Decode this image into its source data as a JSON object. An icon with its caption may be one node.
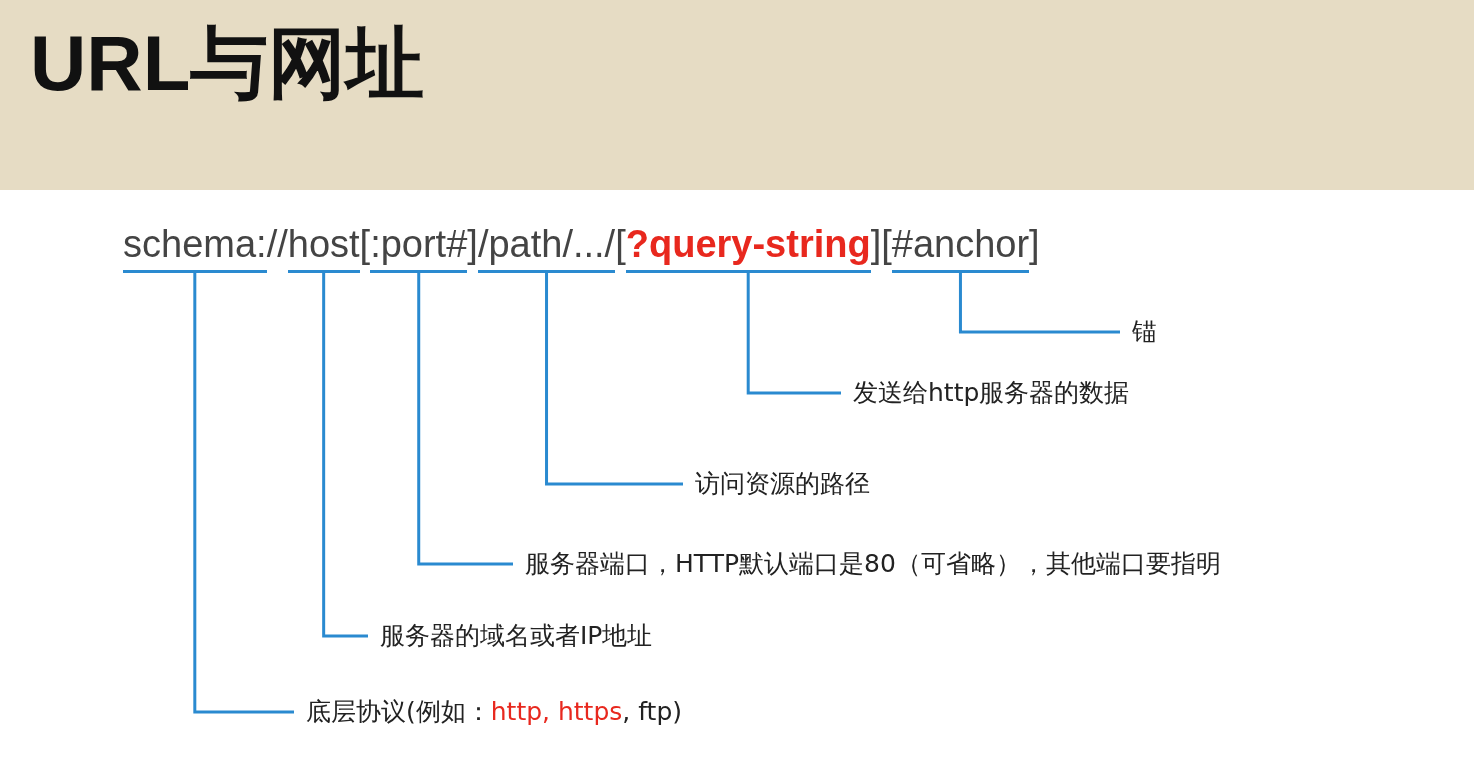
{
  "diagram": {
    "title": "URL与网址",
    "nodes": [
      {
        "text": [
          "schema:"
        ]
      },
      {
        "text": [
          "host"
        ]
      },
      {
        "text": [
          ":port#"
        ]
      },
      {
        "text": [
          "/path/.../"
        ]
      },
      {
        "text": [
          "?query-string"
        ]
      },
      {
        "text": [
          "#anchor"
        ]
      },
      {
        "text": [
          "锚"
        ]
      },
      {
        "text": [
          "发送给http服务器的数据"
        ]
      },
      {
        "text": [
          "访问资源的路径"
        ]
      },
      {
        "text": [
          "服务器端口，HTTP默认端口是80（可省略），其他端口要指明"
        ]
      },
      {
        "text": [
          "服务器的域名或者IP地址"
        ]
      },
      {
        "text": [
          "底层协议(例如：",
          "http, https",
          ", ftp)"
        ]
      }
    ],
    "edges": [
      {
        "from": 5,
        "to": 6,
        "arrow": "none"
      },
      {
        "from": 4,
        "to": 7,
        "arrow": "none"
      },
      {
        "from": 3,
        "to": 8,
        "arrow": "none"
      },
      {
        "from": 2,
        "to": 9,
        "arrow": "none"
      },
      {
        "from": 1,
        "to": 10,
        "arrow": "none"
      },
      {
        "from": 0,
        "to": 11,
        "arrow": "none"
      }
    ],
    "labels": [
      "//",
      "[",
      "]",
      "[",
      "][",
      "]"
    ]
  }
}
